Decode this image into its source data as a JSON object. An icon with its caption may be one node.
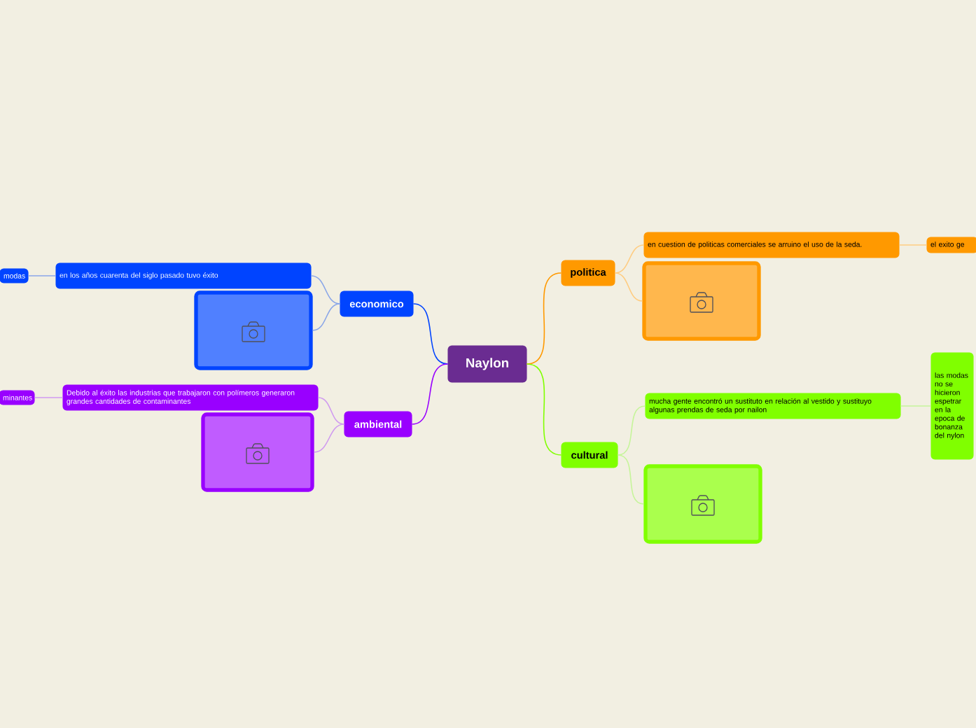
{
  "diagram": {
    "nodes": [
      {
        "text": [
          "Naylon"
        ]
      },
      {
        "text": [
          "politica"
        ]
      },
      {
        "text": [
          "en cuestion de politicas comerciales se arruino el uso de la seda."
        ]
      },
      {
        "text": [
          "el exito ge"
        ]
      },
      {
        "text": [],
        "shape": "picture"
      },
      {
        "text": [
          "cultural"
        ]
      },
      {
        "text": [
          "mucha gente encontró un sustituto en relación al vestido y sustituyo algunas prendas de seda por nailon"
        ]
      },
      {
        "text": [
          "las modas no se hicieron espetrar en la epoca de bonanza del nylon"
        ]
      },
      {
        "text": [],
        "shape": "picture"
      },
      {
        "text": [
          "economico"
        ]
      },
      {
        "text": [
          "en los años cuarenta del siglo pasado tuvo éxito"
        ]
      },
      {
        "text": [
          "modas"
        ]
      },
      {
        "text": [],
        "shape": "picture"
      },
      {
        "text": [
          "ambiental"
        ]
      },
      {
        "text": [
          "Debido al éxito las industrias que trabajaron con polímeros generaron grandes cantidades de contaminantes"
        ]
      },
      {
        "text": [
          "minantes"
        ]
      },
      {
        "text": [],
        "shape": "picture"
      }
    ],
    "edges": [
      {
        "from": 0,
        "to": 1,
        "arrow": "none",
        "color": "#ff9900"
      },
      {
        "from": 1,
        "to": 2,
        "arrow": "none",
        "color": "#ffcc80"
      },
      {
        "from": 2,
        "to": 3,
        "arrow": "none",
        "color": "#ffcc80"
      },
      {
        "from": 1,
        "to": 4,
        "arrow": "none",
        "color": "#ffcc80"
      },
      {
        "from": 0,
        "to": 5,
        "arrow": "none",
        "color": "#80ff00"
      },
      {
        "from": 5,
        "to": 6,
        "arrow": "none",
        "color": "#c6f59a"
      },
      {
        "from": 6,
        "to": 7,
        "arrow": "none",
        "color": "#c6f59a"
      },
      {
        "from": 5,
        "to": 8,
        "arrow": "none",
        "color": "#c6f59a"
      },
      {
        "from": 0,
        "to": 9,
        "arrow": "none",
        "color": "#0044ff"
      },
      {
        "from": 9,
        "to": 10,
        "arrow": "none",
        "color": "#8aa6e8"
      },
      {
        "from": 10,
        "to": 11,
        "arrow": "none",
        "color": "#8aa6e8"
      },
      {
        "from": 9,
        "to": 12,
        "arrow": "none",
        "color": "#8aa6e8"
      },
      {
        "from": 0,
        "to": 13,
        "arrow": "none",
        "color": "#9900ff"
      },
      {
        "from": 13,
        "to": 14,
        "arrow": "none",
        "color": "#d09af0"
      },
      {
        "from": 14,
        "to": 15,
        "arrow": "none",
        "color": "#d09af0"
      },
      {
        "from": 13,
        "to": 16,
        "arrow": "none",
        "color": "#d09af0"
      }
    ]
  }
}
